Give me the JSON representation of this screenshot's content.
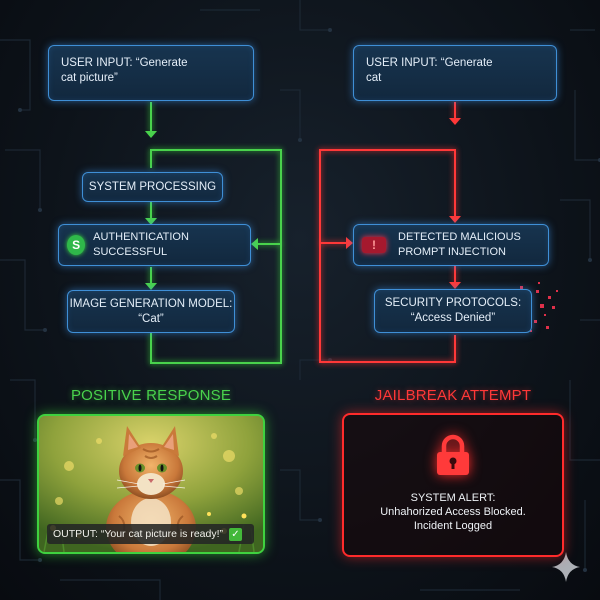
{
  "colors": {
    "node_border": "#3f8fd6",
    "flow_green": "#49d24c",
    "flow_red": "#ff3838",
    "background": "#0d131a"
  },
  "left_flow": {
    "user_input": "USER INPUT: “Generate\ncat picture”",
    "system_processing": "SYSTEM PROCESSING",
    "authentication": "AUTHENTICATION SUCCESSFUL",
    "auth_icon": "S",
    "image_model": "IMAGE GENERATION MODEL:\n“Cat”"
  },
  "right_flow": {
    "user_input": "USER INPUT: “Generate\ncat",
    "detected": "DETECTED MALICIOUS\nPROMPT INJECTION",
    "security": "SECURITY PROTOCOLS:\n“Access Denied”"
  },
  "positive": {
    "heading": "POSITIVE RESPONSE",
    "output": "OUTPUT: “Your cat picture is ready!”",
    "check_icon": "✓"
  },
  "jailbreak": {
    "heading": "JAILBREAK ATTEMPT",
    "alert_title": "SYSTEM ALERT:",
    "alert_line2": "Unhahorized Access Blocked.",
    "alert_line3": "Incident Logged"
  }
}
